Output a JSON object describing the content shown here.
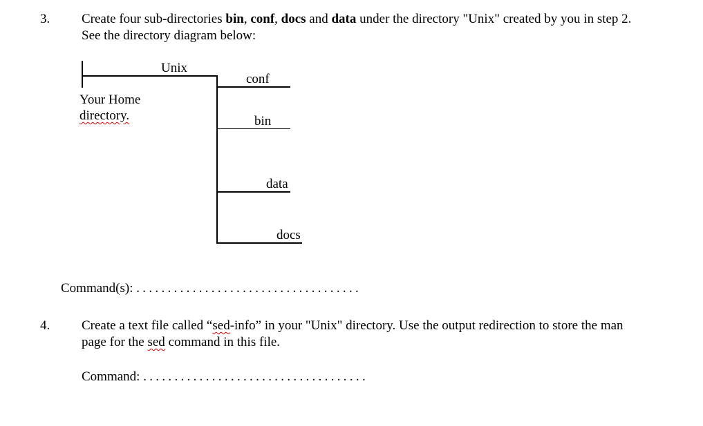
{
  "page": {
    "background_color": "#ffffff",
    "text_color": "#000000",
    "squiggle_color": "#e00000"
  },
  "item3": {
    "number": "3.",
    "line1": {
      "pre": "Create four sub-directories ",
      "bold1": "bin",
      "sep1": ", ",
      "bold2": "conf",
      "sep2": ", ",
      "bold3": "docs",
      "sep3": " and ",
      "bold4": "data",
      "post": " under the directory \"Unix\" created by you in step 2."
    },
    "line2": "See the directory diagram below:"
  },
  "diagram": {
    "root_label": "Unix",
    "home_label_line1": "Your Home",
    "home_label_line2": "directory.",
    "children": [
      "conf",
      "bin",
      "data",
      "docs"
    ]
  },
  "command3": {
    "label": "Command(s): ",
    "dots": "...................................."
  },
  "item4": {
    "number": "4.",
    "line1": {
      "pre": "Create a text file called “",
      "misspelled": "sed",
      "post": "-info” in your \"Unix\" directory. Use the output redirection to store the man"
    },
    "line2": {
      "pre": "page for the ",
      "misspelled": "sed",
      "post": " command in this file."
    }
  },
  "command4": {
    "label": "Command: ",
    "dots": "...................................."
  }
}
